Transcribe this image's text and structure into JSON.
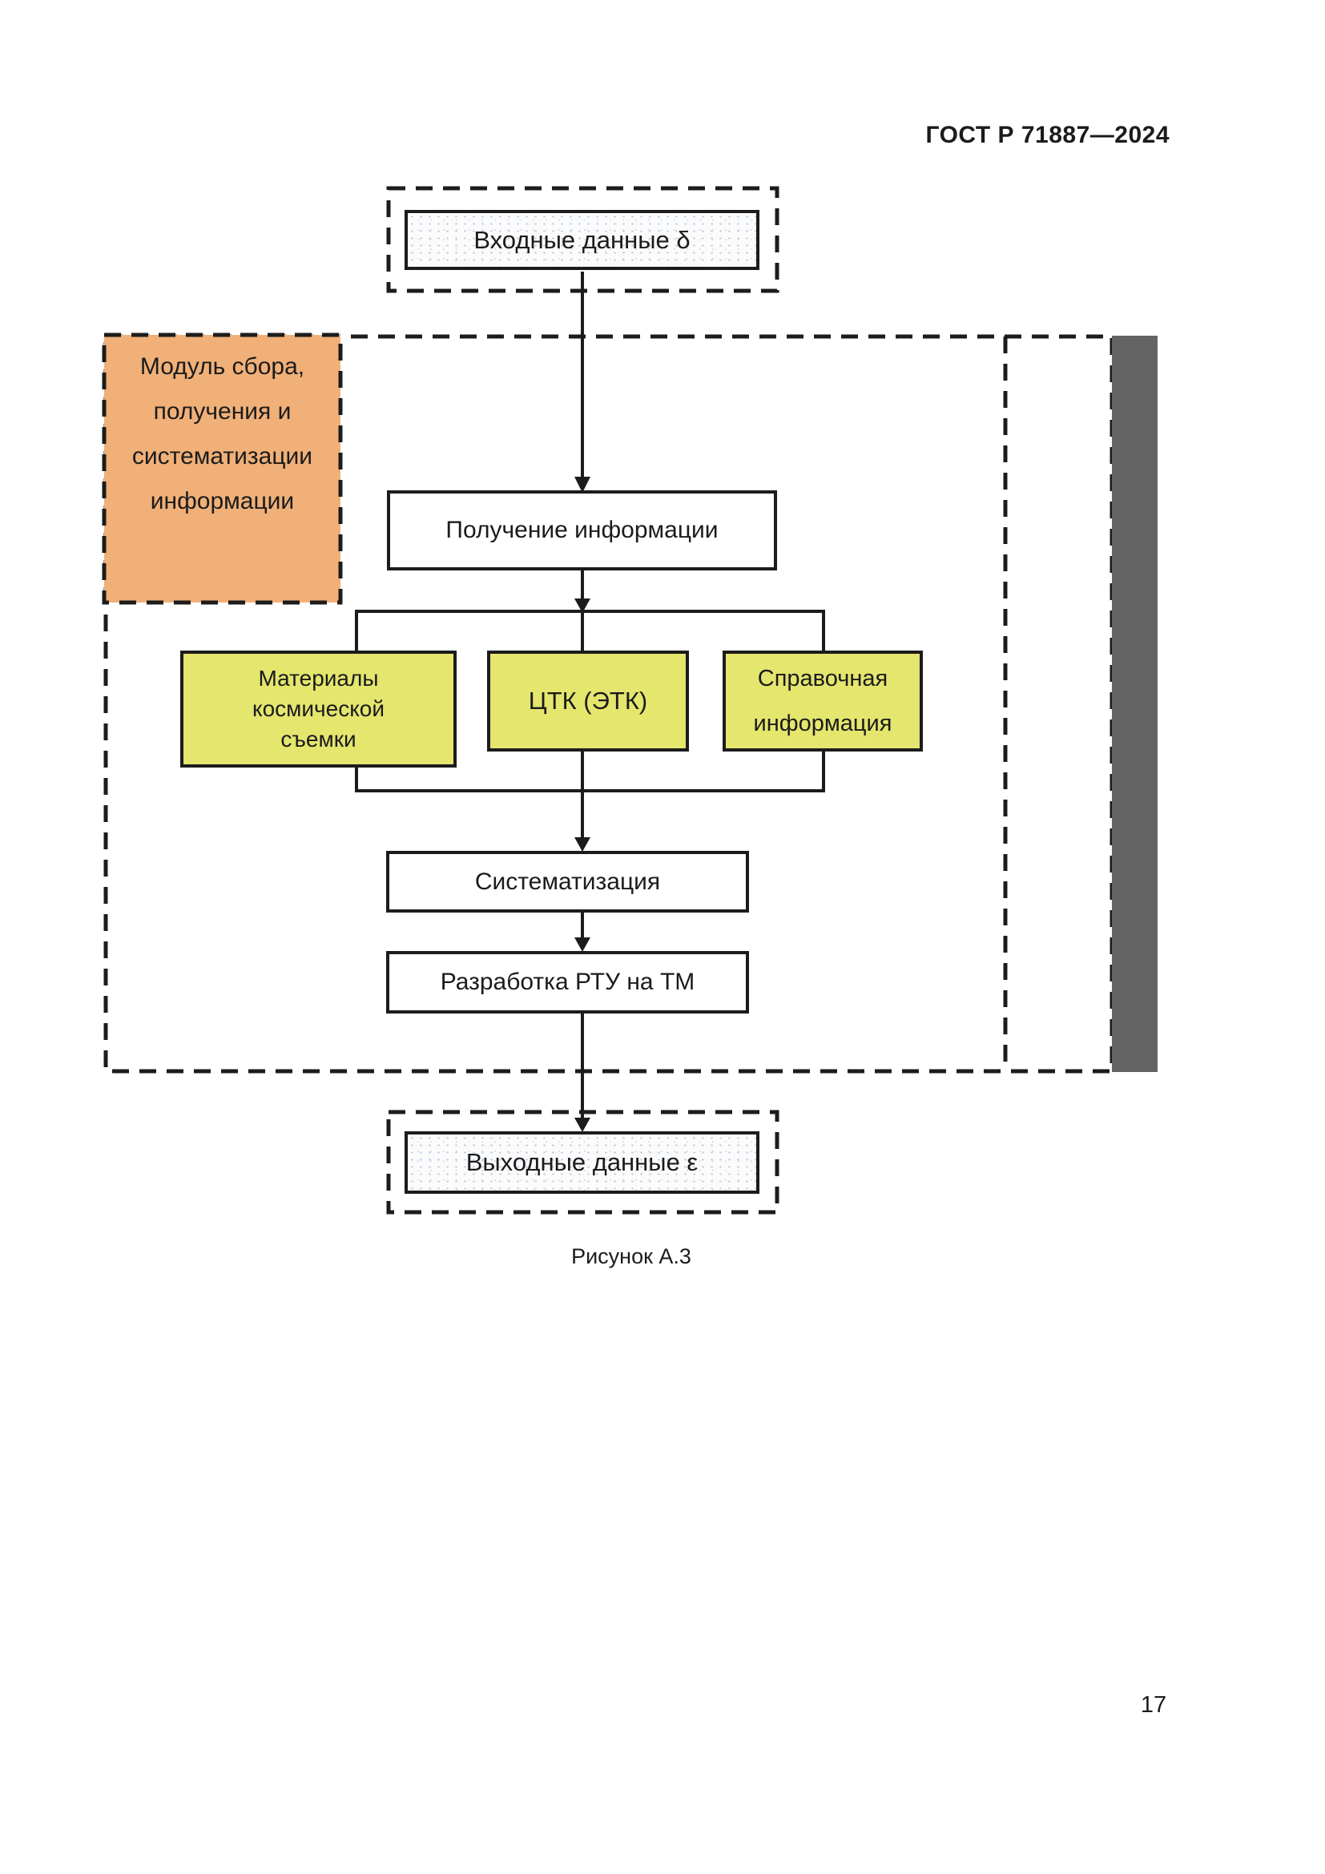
{
  "page": {
    "header": "ГОСТ Р 71887—2024",
    "figure_caption": "Рисунок А.3",
    "page_number": "17"
  },
  "diagram": {
    "input_label": "Входные данные δ",
    "output_label": "Выходные данные ε",
    "module_label_lines": [
      "Модуль сбора,",
      "получения и",
      "систематизации",
      "информации"
    ],
    "process_boxes": {
      "receive": "Получение информации",
      "systematize": "Систематизация",
      "develop": "Разработка РТУ на ТМ"
    },
    "source_boxes": {
      "space_imagery_lines": [
        "Материалы",
        "космической",
        "съемки"
      ],
      "ctk": "ЦТК (ЭТК)",
      "reference_lines": [
        "Справочная",
        "информация"
      ]
    },
    "colors": {
      "module_fill": "#F0B078",
      "source_fill": "#E4E66E",
      "side_bar": "#646464",
      "line": "#1C1C1C"
    }
  }
}
